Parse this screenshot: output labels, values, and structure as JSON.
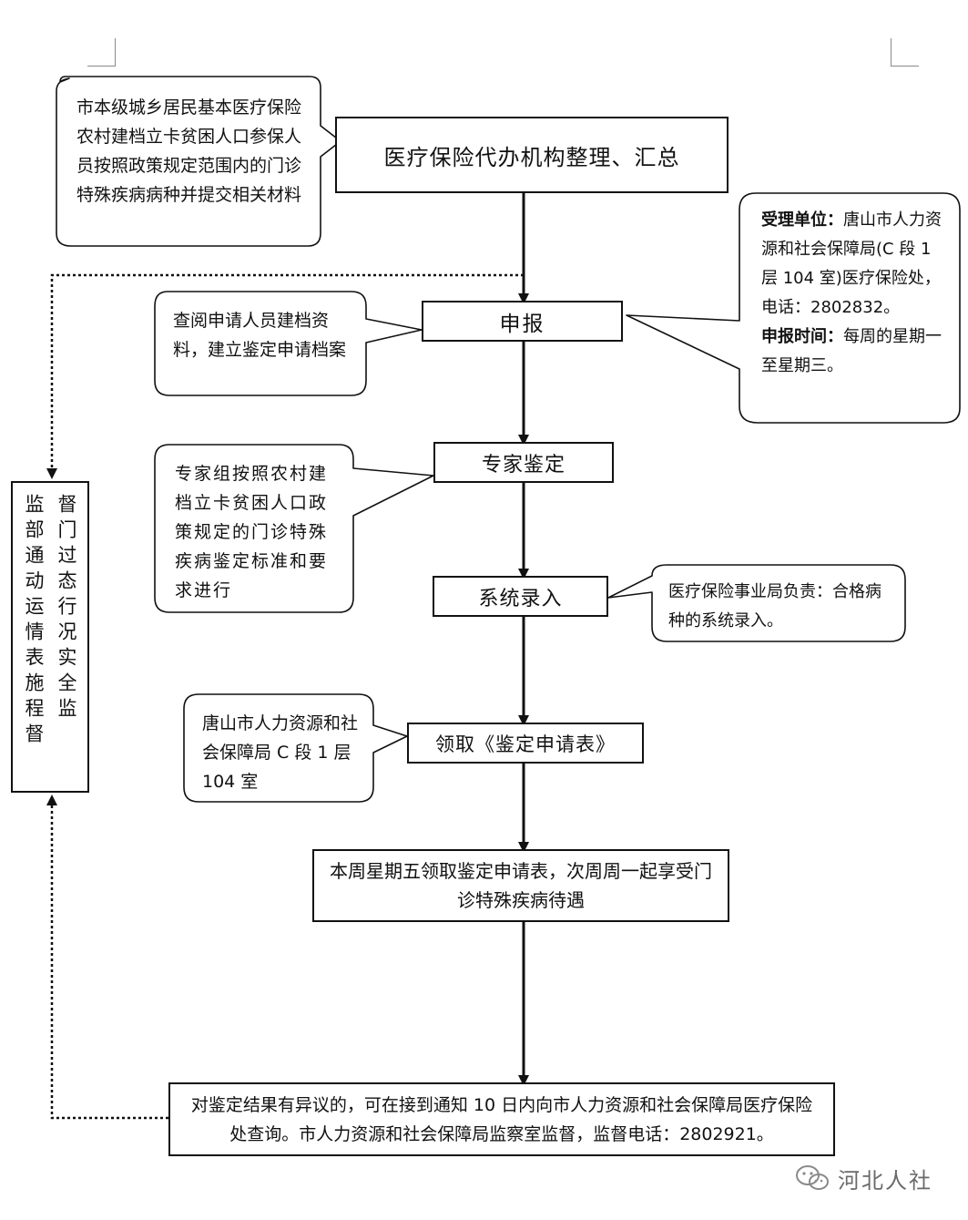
{
  "flow": {
    "main_step": "医疗保险代办机构整理、汇总",
    "apply": "申报",
    "expert": "专家鉴定",
    "entry": "系统录入",
    "receive": "领取《鉴定申请表》",
    "enjoy": "本周星期五领取鉴定申请表，次周周一起享受门诊特殊疾病待遇",
    "objection": "对鉴定结果有异议的，可在接到通知 10 日内向市人力资源和社会保障局医疗保险处查询。市人力资源和社会保障局监察室监督，监督电话：2802921。"
  },
  "supervise": {
    "col1": "督门过态行况实全监",
    "col2": "监部通动运情表施程督"
  },
  "notes": {
    "submit": "市本级城乡居民基本医疗保险农村建档立卡贫困人口参保人员按照政策规定范围内的门诊特殊疾病病种并提交相关材料",
    "review": "查阅申请人员建档资料，建立鉴定申请档案",
    "unit_label": "受理单位：",
    "unit_text": "唐山市人力资源和社会保障局(C 段 1 层 104 室)医疗保险处，电话：2802832。",
    "time_label": "申报时间：",
    "time_text": "每周的星期一至星期三。",
    "expert_note": "专家组按照农村建档立卡贫困人口政策规定的门诊特殊疾病鉴定标准和要求进行",
    "entry_note": "医疗保险事业局负责：合格病种的系统录入。",
    "receive_note": "唐山市人力资源和社会保障局 C 段 1 层 104 室"
  },
  "watermark": {
    "text": "河北人社",
    "icon": "wechat-icon"
  }
}
